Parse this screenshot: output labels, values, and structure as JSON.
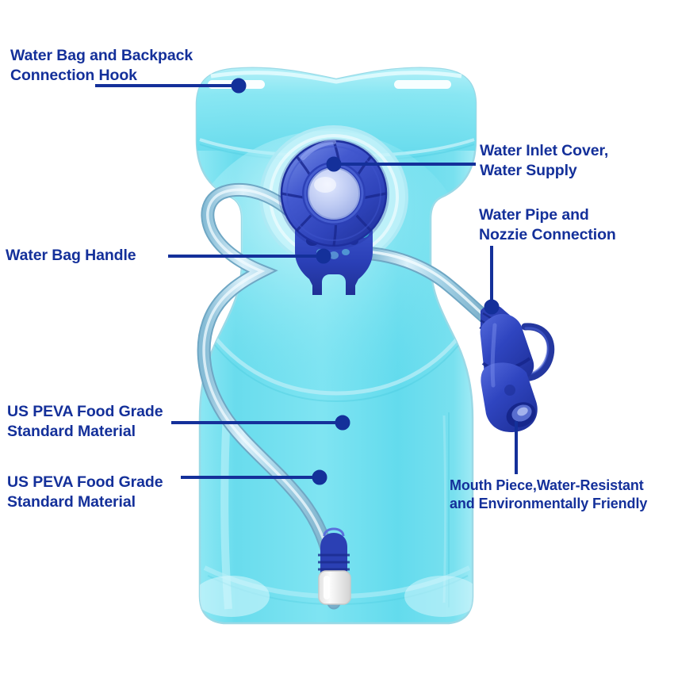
{
  "diagram": {
    "title": "Hydration Water Bladder Annotated Product Diagram",
    "background_color": "#ffffff",
    "label_color": "#14309a",
    "leader_color": "#14309a",
    "product_colors": {
      "bladder_body": "#6fe0ef",
      "bladder_highlight": "#c8f4fa",
      "bladder_outline": "#8fd8e6",
      "cap_blue": "#3a52c8",
      "cap_blue_dark": "#2538a8",
      "cap_center": "#b9c7ef",
      "hose": "#a8d6e8",
      "mouthpiece": "#2a43bb",
      "connector_white": "#f2f2f2"
    }
  },
  "callouts": [
    {
      "id": "hook",
      "text": "Water Bag and Backpack\nConnection Hook",
      "side": "left"
    },
    {
      "id": "inlet",
      "text": "Water Inlet Cover,\nWater Supply",
      "side": "right"
    },
    {
      "id": "pipe",
      "text": "Water Pipe and\nNozzie Connection",
      "side": "right"
    },
    {
      "id": "handle",
      "text": "Water Bag Handle",
      "side": "left"
    },
    {
      "id": "peva1",
      "text": "US PEVA Food Grade\nStandard Material",
      "side": "left"
    },
    {
      "id": "peva2",
      "text": "US PEVA Food Grade\nStandard Material",
      "side": "left"
    },
    {
      "id": "mouth",
      "text": "Mouth Piece,Water-Resistant\nand Environmentally Friendly",
      "side": "right"
    }
  ],
  "parts": [
    {
      "id": "bag",
      "name": "water-bladder-body"
    },
    {
      "id": "cap",
      "name": "water-inlet-cap"
    },
    {
      "id": "handle",
      "name": "water-bag-handle"
    },
    {
      "id": "hose",
      "name": "drinking-hose"
    },
    {
      "id": "bitevalve",
      "name": "mouth-piece-bite-valve"
    },
    {
      "id": "connector",
      "name": "bottom-hose-connector"
    },
    {
      "id": "hookslots",
      "name": "backpack-connection-hook-slots"
    }
  ]
}
